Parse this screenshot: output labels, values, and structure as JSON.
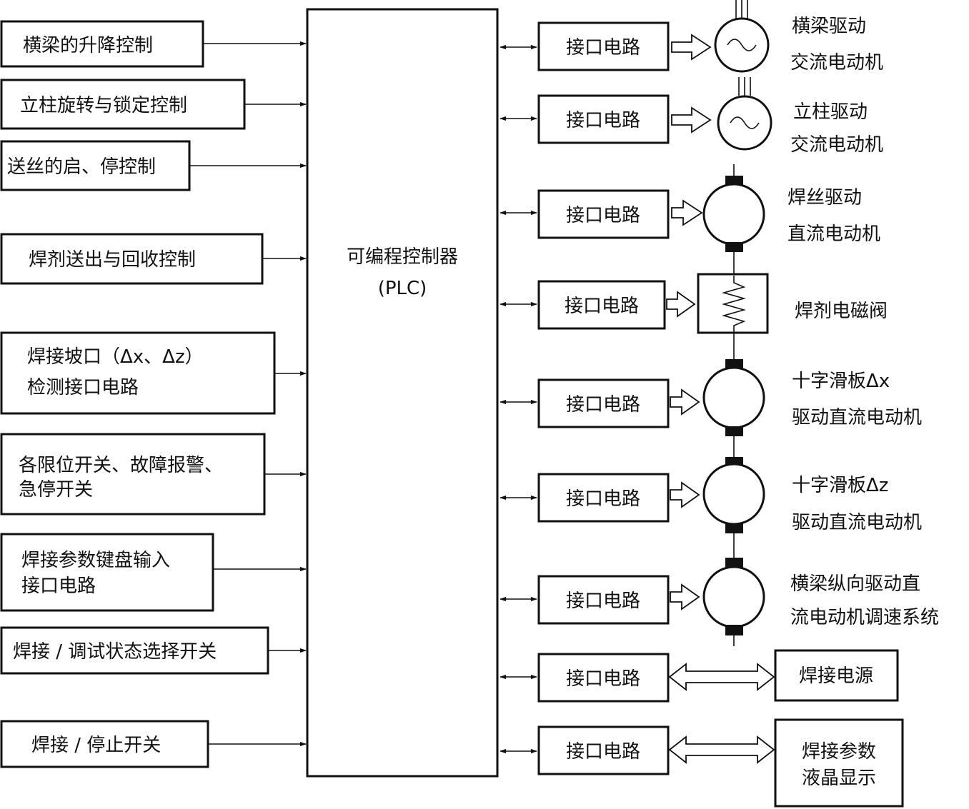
{
  "inputs": [
    {
      "lines": [
        "横梁的升降控制"
      ]
    },
    {
      "lines": [
        "立柱旋转与锁定控制"
      ]
    },
    {
      "lines": [
        "送丝的启、停控制"
      ]
    },
    {
      "lines": [
        "焊剂送出与回收控制"
      ]
    },
    {
      "lines": [
        "焊接坡口（Δx、Δz）",
        "检测接口电路"
      ]
    },
    {
      "lines": [
        "各限位开关、故障报警、",
        "急停开关"
      ]
    },
    {
      "lines": [
        "焊接参数键盘输入",
        "接口电路"
      ]
    },
    {
      "lines": [
        "焊接 / 调试状态选择开关"
      ]
    },
    {
      "lines": [
        "焊接 / 停止开关"
      ]
    }
  ],
  "plc": {
    "line1": "可编程控制器",
    "line2": "(PLC)"
  },
  "interface_label": "接口电路",
  "outputs": [
    {
      "device": "ac-motor",
      "lines": [
        "横梁驱动",
        "交流电动机"
      ]
    },
    {
      "device": "ac-motor",
      "lines": [
        "立柱驱动",
        "交流电动机"
      ]
    },
    {
      "device": "dc-motor",
      "lines": [
        "焊丝驱动",
        "直流电动机"
      ]
    },
    {
      "device": "solenoid-valve",
      "lines": [
        "焊剂电磁阀"
      ]
    },
    {
      "device": "dc-motor",
      "lines": [
        "十字滑板Δx",
        "驱动直流电动机"
      ]
    },
    {
      "device": "dc-motor",
      "lines": [
        "十字滑板Δz",
        "驱动直流电动机"
      ]
    },
    {
      "device": "dc-motor",
      "lines": [
        "横梁纵向驱动直",
        "流电动机调速系统"
      ]
    },
    {
      "device": "box",
      "lines": [
        "焊接电源"
      ]
    },
    {
      "device": "box",
      "lines": [
        "焊接参数",
        "液晶显示"
      ]
    }
  ]
}
